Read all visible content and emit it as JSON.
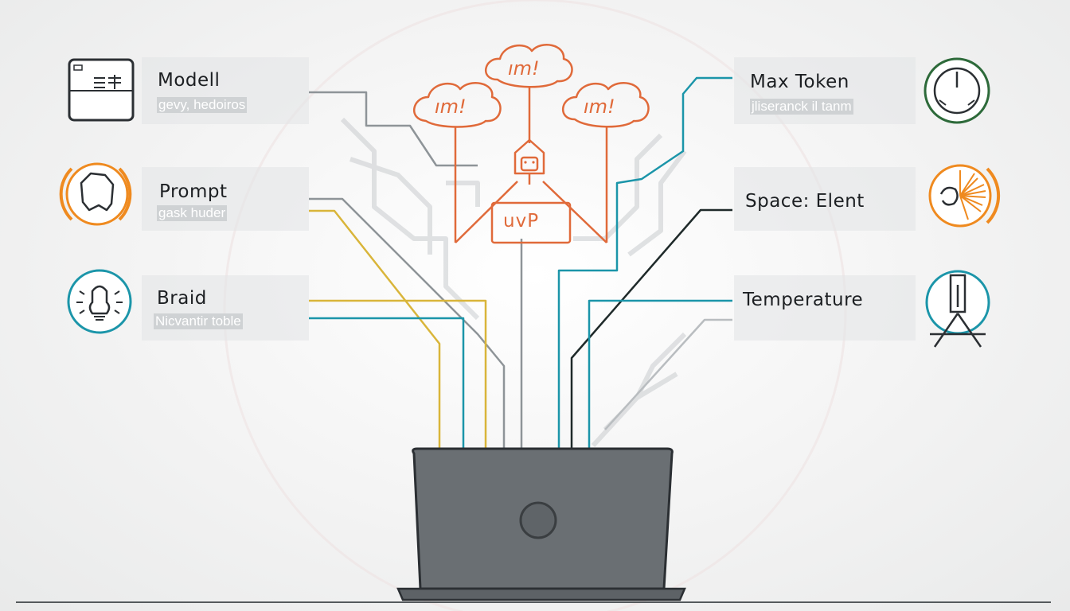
{
  "colors": {
    "orange": "#e06a3a",
    "amber": "#ef8a1f",
    "teal": "#1b95a9",
    "green": "#2d6a3a",
    "yellow": "#d9b53a",
    "gray": "#8e9498",
    "laptop": "#6a6f73"
  },
  "left_panels": [
    {
      "label": "Modell",
      "sub": "gevy, hedoiros",
      "icon": "browser-window-icon"
    },
    {
      "label": "Prompt",
      "sub": "gask huder",
      "icon": "head-profile-icon"
    },
    {
      "label": "Braid",
      "sub": "Nicvantir toble",
      "icon": "lightbulb-face-icon"
    }
  ],
  "right_panels": [
    {
      "label": "Max Token",
      "sub": "jliseranck il tanm",
      "icon": "dial-gauge-icon"
    },
    {
      "label": "Space: Elent",
      "sub": "",
      "icon": "sunburst-icon"
    },
    {
      "label": "Temperature",
      "sub": "",
      "icon": "thermometer-tripod-icon"
    }
  ],
  "center": {
    "clouds": [
      "ım!",
      "ım!",
      "ım!"
    ],
    "box_label": "uvP",
    "icon": "robot-head-icon"
  },
  "device": {
    "icon": "laptop-icon"
  }
}
